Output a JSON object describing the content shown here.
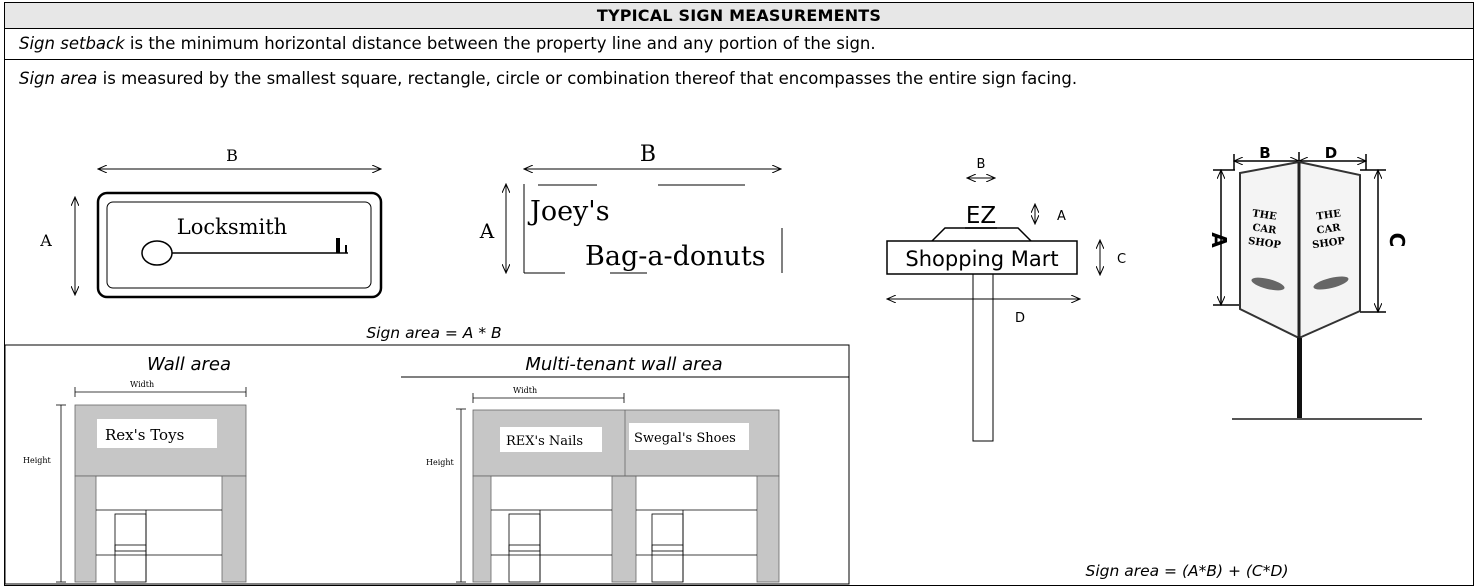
{
  "header": {
    "title": "TYPICAL SIGN MEASUREMENTS"
  },
  "definitions": {
    "setback_term": "Sign setback",
    "setback_rest": " is the minimum horizontal distance between the property line and any portion of the sign.",
    "area_term": "Sign area",
    "area_rest": " is measured by the smallest square, rectangle, circle or combination thereof that encompasses the entire sign facing."
  },
  "locksmith_sign": {
    "label_a": "A",
    "label_b": "B",
    "text": "Locksmith"
  },
  "joeys_sign": {
    "label_a": "A",
    "label_b": "B",
    "line1": "Joey's",
    "line2": "Bag-a-donuts"
  },
  "formula_ab": "Sign area = A * B",
  "wall_area": {
    "title": "Wall area",
    "width_label": "Width",
    "height_label": "Height",
    "store_name": "Rex's Toys"
  },
  "multi_tenant": {
    "title": "Multi-tenant wall area",
    "width_label": "Width",
    "height_label": "Height",
    "store1": "REX's Nails",
    "store2": "Swegal's Shoes"
  },
  "ez_sign": {
    "label_a": "A",
    "label_b": "B",
    "label_c": "C",
    "label_d": "D",
    "top_text": "EZ",
    "main_text": "Shopping Mart"
  },
  "vsign": {
    "label_a": "A",
    "label_b": "B",
    "label_c": "C",
    "label_d": "D",
    "panel_text": [
      "THE",
      "CAR",
      "SHOP"
    ]
  },
  "formula_abcd": "Sign area = (A*B) + (C*D)"
}
